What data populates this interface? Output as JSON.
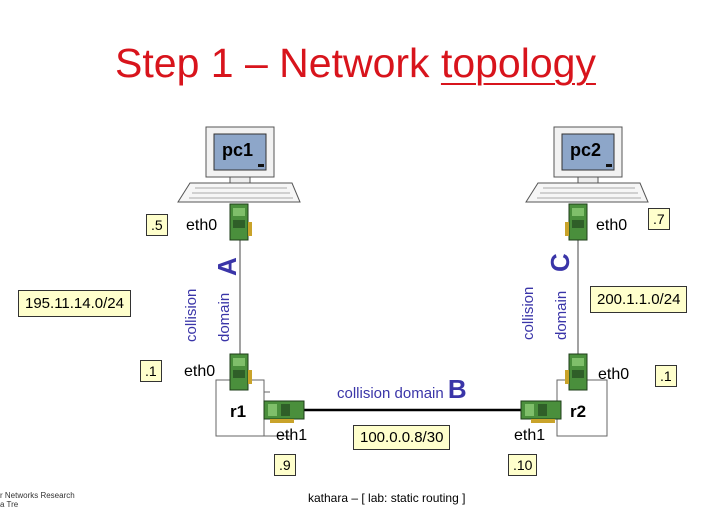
{
  "title": {
    "part1": "Step 1 – Network ",
    "part2": "topology"
  },
  "hosts": {
    "pc1": "pc1",
    "pc2": "pc2",
    "r1": "r1",
    "r2": "r2"
  },
  "interfaces": {
    "pc1_eth0": "eth0",
    "pc2_eth0": "eth0",
    "r1_eth0": "eth0",
    "r1_eth1": "eth1",
    "r2_eth0": "eth0",
    "r2_eth1": "eth1"
  },
  "addresses": {
    "pc1": ".5",
    "pc2": ".7",
    "r1_eth0": ".1",
    "r2_eth0": ".1",
    "r1_eth1": ".9",
    "r2_eth1": ".10"
  },
  "subnets": {
    "a": "195.11.14.0/24",
    "b": "100.0.0.8/30",
    "c": "200.1.1.0/24"
  },
  "domains": {
    "a": {
      "line1": "collision",
      "line2": "domain",
      "letter": "A"
    },
    "b": {
      "text": "collision domain",
      "letter": "B"
    },
    "c": {
      "line1": "collision",
      "line2": "domain",
      "letter": "C"
    }
  },
  "footer": {
    "center": "kathara – [ lab: static routing ]",
    "left_line1": "r Networks Research",
    "left_line2": "a Tre"
  }
}
